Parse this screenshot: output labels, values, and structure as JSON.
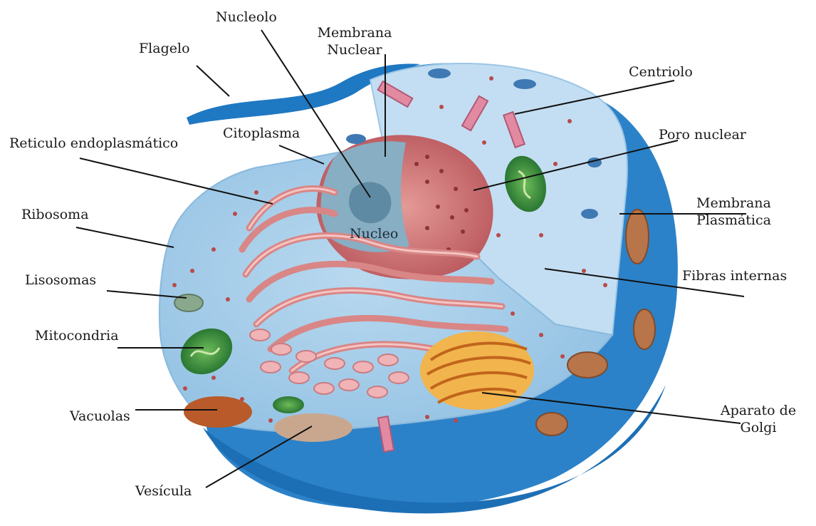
{
  "labels": {
    "nucleolo": "Nucleolo",
    "membrana_nuclear": [
      "Membrana",
      "Nuclear"
    ],
    "flagelo": "Flagelo",
    "centriolo": "Centriolo",
    "reticulo": "Reticulo endoplasmático",
    "citoplasma": "Citoplasma",
    "poro_nuclear": "Poro nuclear",
    "ribosoma": "Ribosoma",
    "membrana_plasmatica": [
      "Membrana",
      "Plasmática"
    ],
    "nucleo": "Nucleo",
    "lisosomas": "Lisosomas",
    "fibras_internas": "Fibras internas",
    "mitocondria": "Mitocondria",
    "vacuolas": "Vacuolas",
    "aparato_golgi": [
      "Aparato de",
      "Golgi"
    ],
    "vesicula": "Vesícula"
  },
  "colors": {
    "cell_outer": "#2e86c9",
    "cytoplasm": "#a9cde8",
    "cytoplasm_light": "#c9e2f3",
    "nucleus_red": "#c9666a",
    "nucleoplasm": "#7fa3b8",
    "er_pink": "#e8a0a0",
    "golgi_orange": "#e58a2a",
    "mito_green": "#2f8a3c",
    "leader_line": "#111111"
  }
}
